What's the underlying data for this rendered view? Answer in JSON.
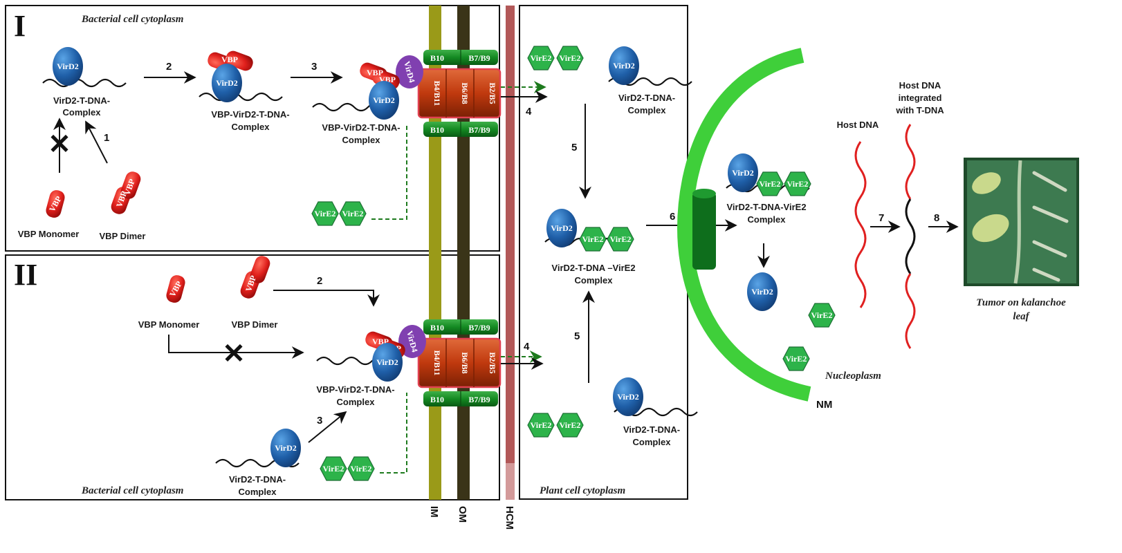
{
  "panels": {
    "top_numeral": "I",
    "bottom_numeral": "II",
    "top_region": "Bacterial cell cytoplasm",
    "bottom_region": "Bacterial cell cytoplasm",
    "plant_region": "Plant cell cytoplasm",
    "nucleoplasm": "Nucleoplasm",
    "nm": "NM"
  },
  "membranes": {
    "im": "IM",
    "om": "OM",
    "hcm": "HCM"
  },
  "proteins": {
    "vird2": "VirD2",
    "vire2": "VirE2",
    "vbp": "VBP",
    "vird4": "VirD4",
    "b10": "B10",
    "b7b9": "B7/B9",
    "b4b11": "B4/B11",
    "b6b8": "B6/B8",
    "b2b5": "B2/B5"
  },
  "labels": {
    "vird2_tdna_1": "VirD2-T-DNA-",
    "complex": "Complex",
    "vbp_vird2_tdna": "VBP-VirD2-T-DNA-",
    "vbp_monomer": "VBP Monomer",
    "vbp_dimer": "VBP Dimer",
    "vird2_tdna_vire2_a": "VirD2-T-DNA –VirE2",
    "vird2_tdna_vire2_b": "VirD2-T-DNA-VirE2",
    "host_dna": "Host DNA",
    "integrated_1": "Host DNA",
    "integrated_2": "integrated",
    "integrated_3": "with T-DNA",
    "tumor_1": "Tumor  on kalanchoe",
    "tumor_2": "leaf"
  },
  "steps": {
    "s1": "1",
    "s2": "2",
    "s3": "3",
    "s4": "4",
    "s5": "5",
    "s6": "6",
    "s7": "7",
    "s8": "8"
  },
  "colors": {
    "vird2_blue": "#1f5fa8",
    "vire2_green": "#2db34a",
    "vbp_red": "#e0201c",
    "vird4_purple": "#8040b0",
    "channel_red": "#c0390e",
    "im_olive": "#9a9a18",
    "om_dark": "#3a3418",
    "hcm_rose": "#b25858",
    "nuclear_green": "#3fcf3a"
  }
}
